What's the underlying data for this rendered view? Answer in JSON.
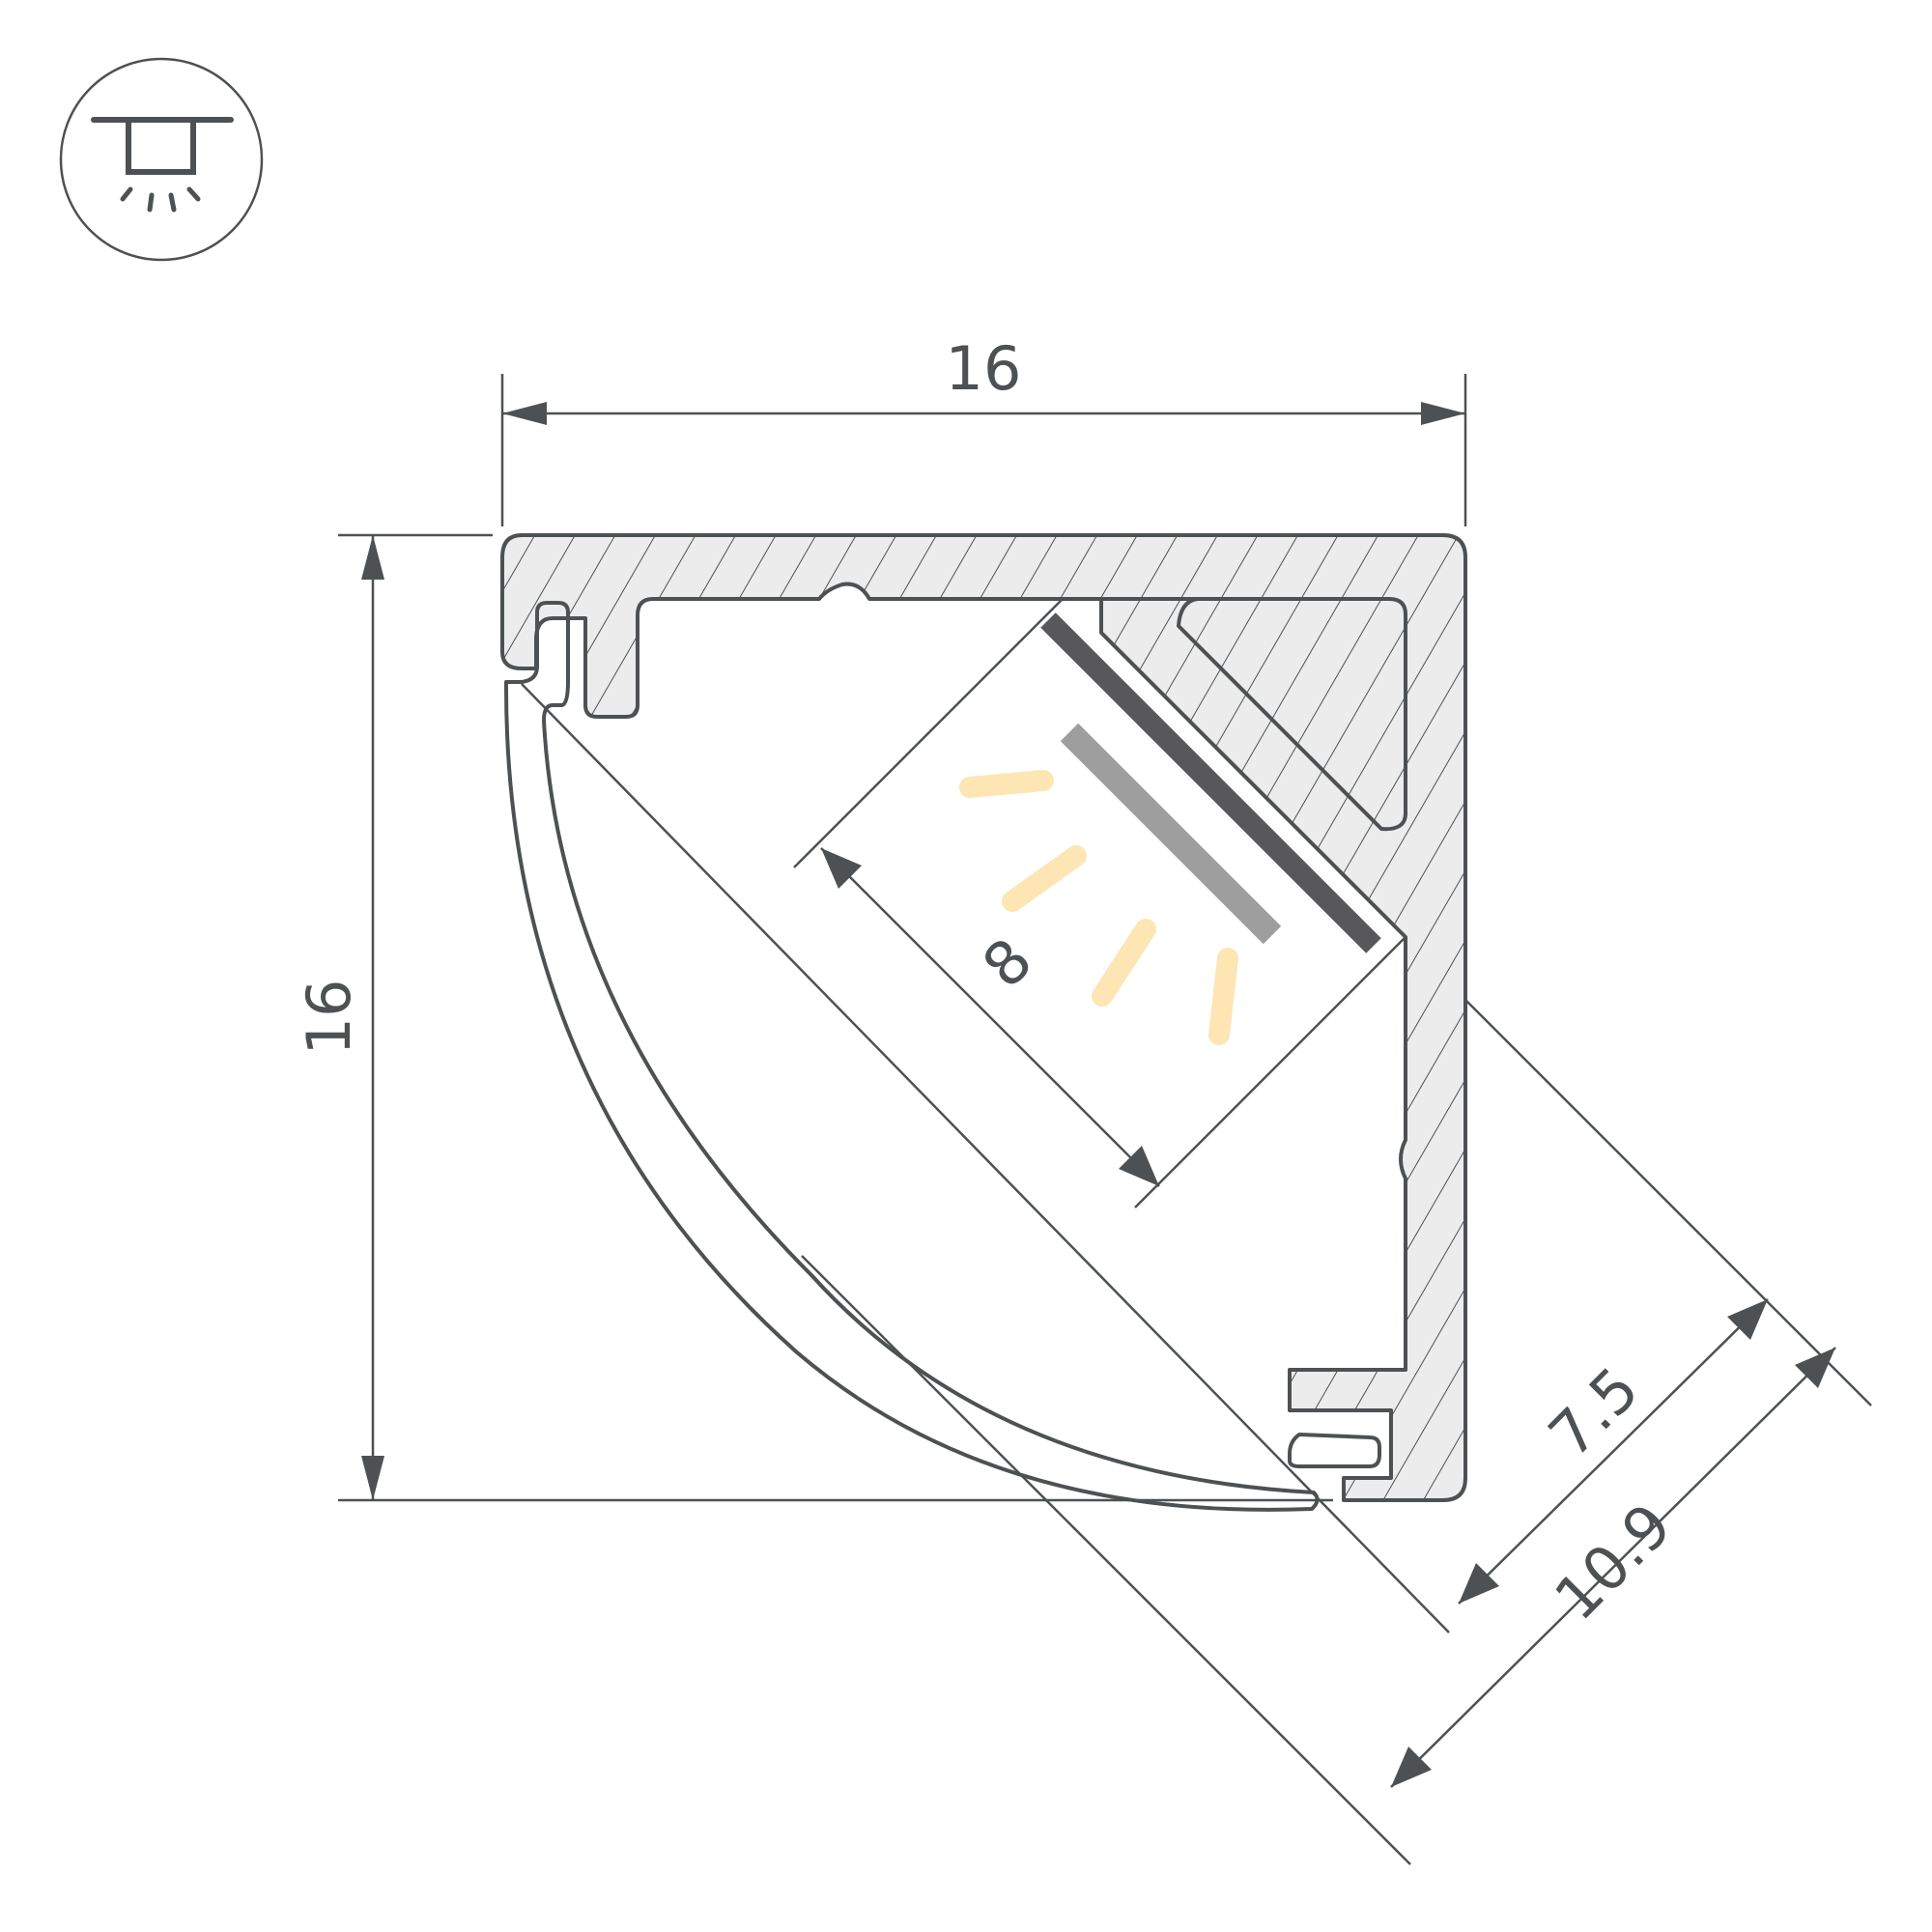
{
  "colors": {
    "line": "#4d5153",
    "hatch_fill": "#ececec",
    "led_glow": "#fde6b4",
    "led_bar": "#9e9e9e",
    "strip": "#58585a",
    "background": "#ffffff"
  },
  "icon": {
    "name": "ceiling-mount-icon"
  },
  "dimensions": {
    "width": "16",
    "height": "16",
    "strip_width": "8",
    "inner_depth": "7.5",
    "outer_depth": "10.9"
  }
}
